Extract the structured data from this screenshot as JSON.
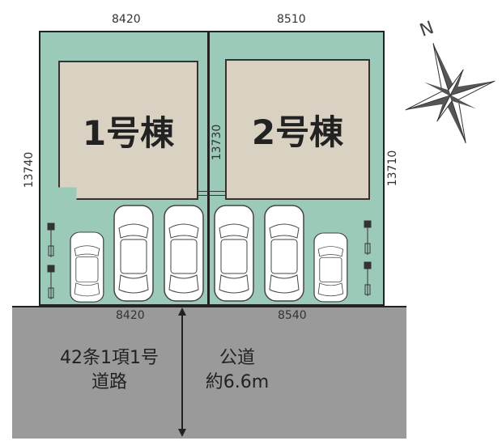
{
  "dimensions": {
    "top_left": "8420",
    "top_right": "8510",
    "left": "13740",
    "middle": "13730",
    "right": "13710",
    "bottom_left": "8420",
    "bottom_right": "8540"
  },
  "buildings": [
    {
      "label": "1号棟"
    },
    {
      "label": "2号棟"
    }
  ],
  "road": {
    "left_line1": "42条1項1号",
    "left_line2": "道路",
    "right_line1": "公道",
    "right_line2": "約6.6m"
  },
  "compass": {
    "label": "N"
  },
  "colors": {
    "lot": "#9ccab8",
    "building": "#d9d1c2",
    "road": "#999999",
    "line": "#222222"
  }
}
